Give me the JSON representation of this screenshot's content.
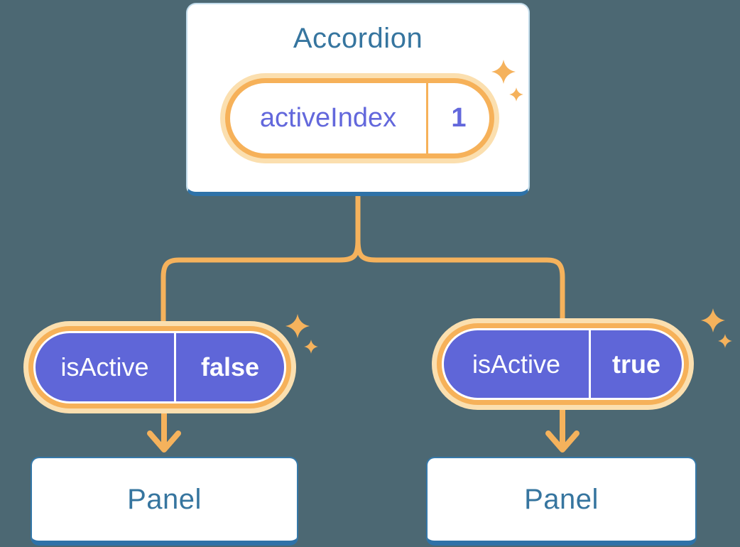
{
  "diagram": {
    "root": {
      "title": "Accordion",
      "state_pill": {
        "label": "activeIndex",
        "value": "1"
      }
    },
    "branches": [
      {
        "prop_pill": {
          "label": "isActive",
          "value": "false"
        },
        "panel": {
          "title": "Panel"
        }
      },
      {
        "prop_pill": {
          "label": "isActive",
          "value": "true"
        },
        "panel": {
          "title": "Panel"
        }
      }
    ]
  },
  "icons": {
    "sparkle": "four-point-star-sparkle",
    "arrow": "arrow-down"
  },
  "colors": {
    "bg": "#4C6873",
    "card-bg": "#FFFFFF",
    "card-border": "#C2DCEB",
    "card-border-bottom": "#2E72A8",
    "panel-border": "#3578A8",
    "heading-text": "#36759F",
    "orange": "#F6B159",
    "orange-glow": "#FBDFAF",
    "connector": "#F5B25C",
    "purple": "#5F66D8",
    "purple-text": "#6368DC",
    "white-text": "#FFFFFF"
  }
}
